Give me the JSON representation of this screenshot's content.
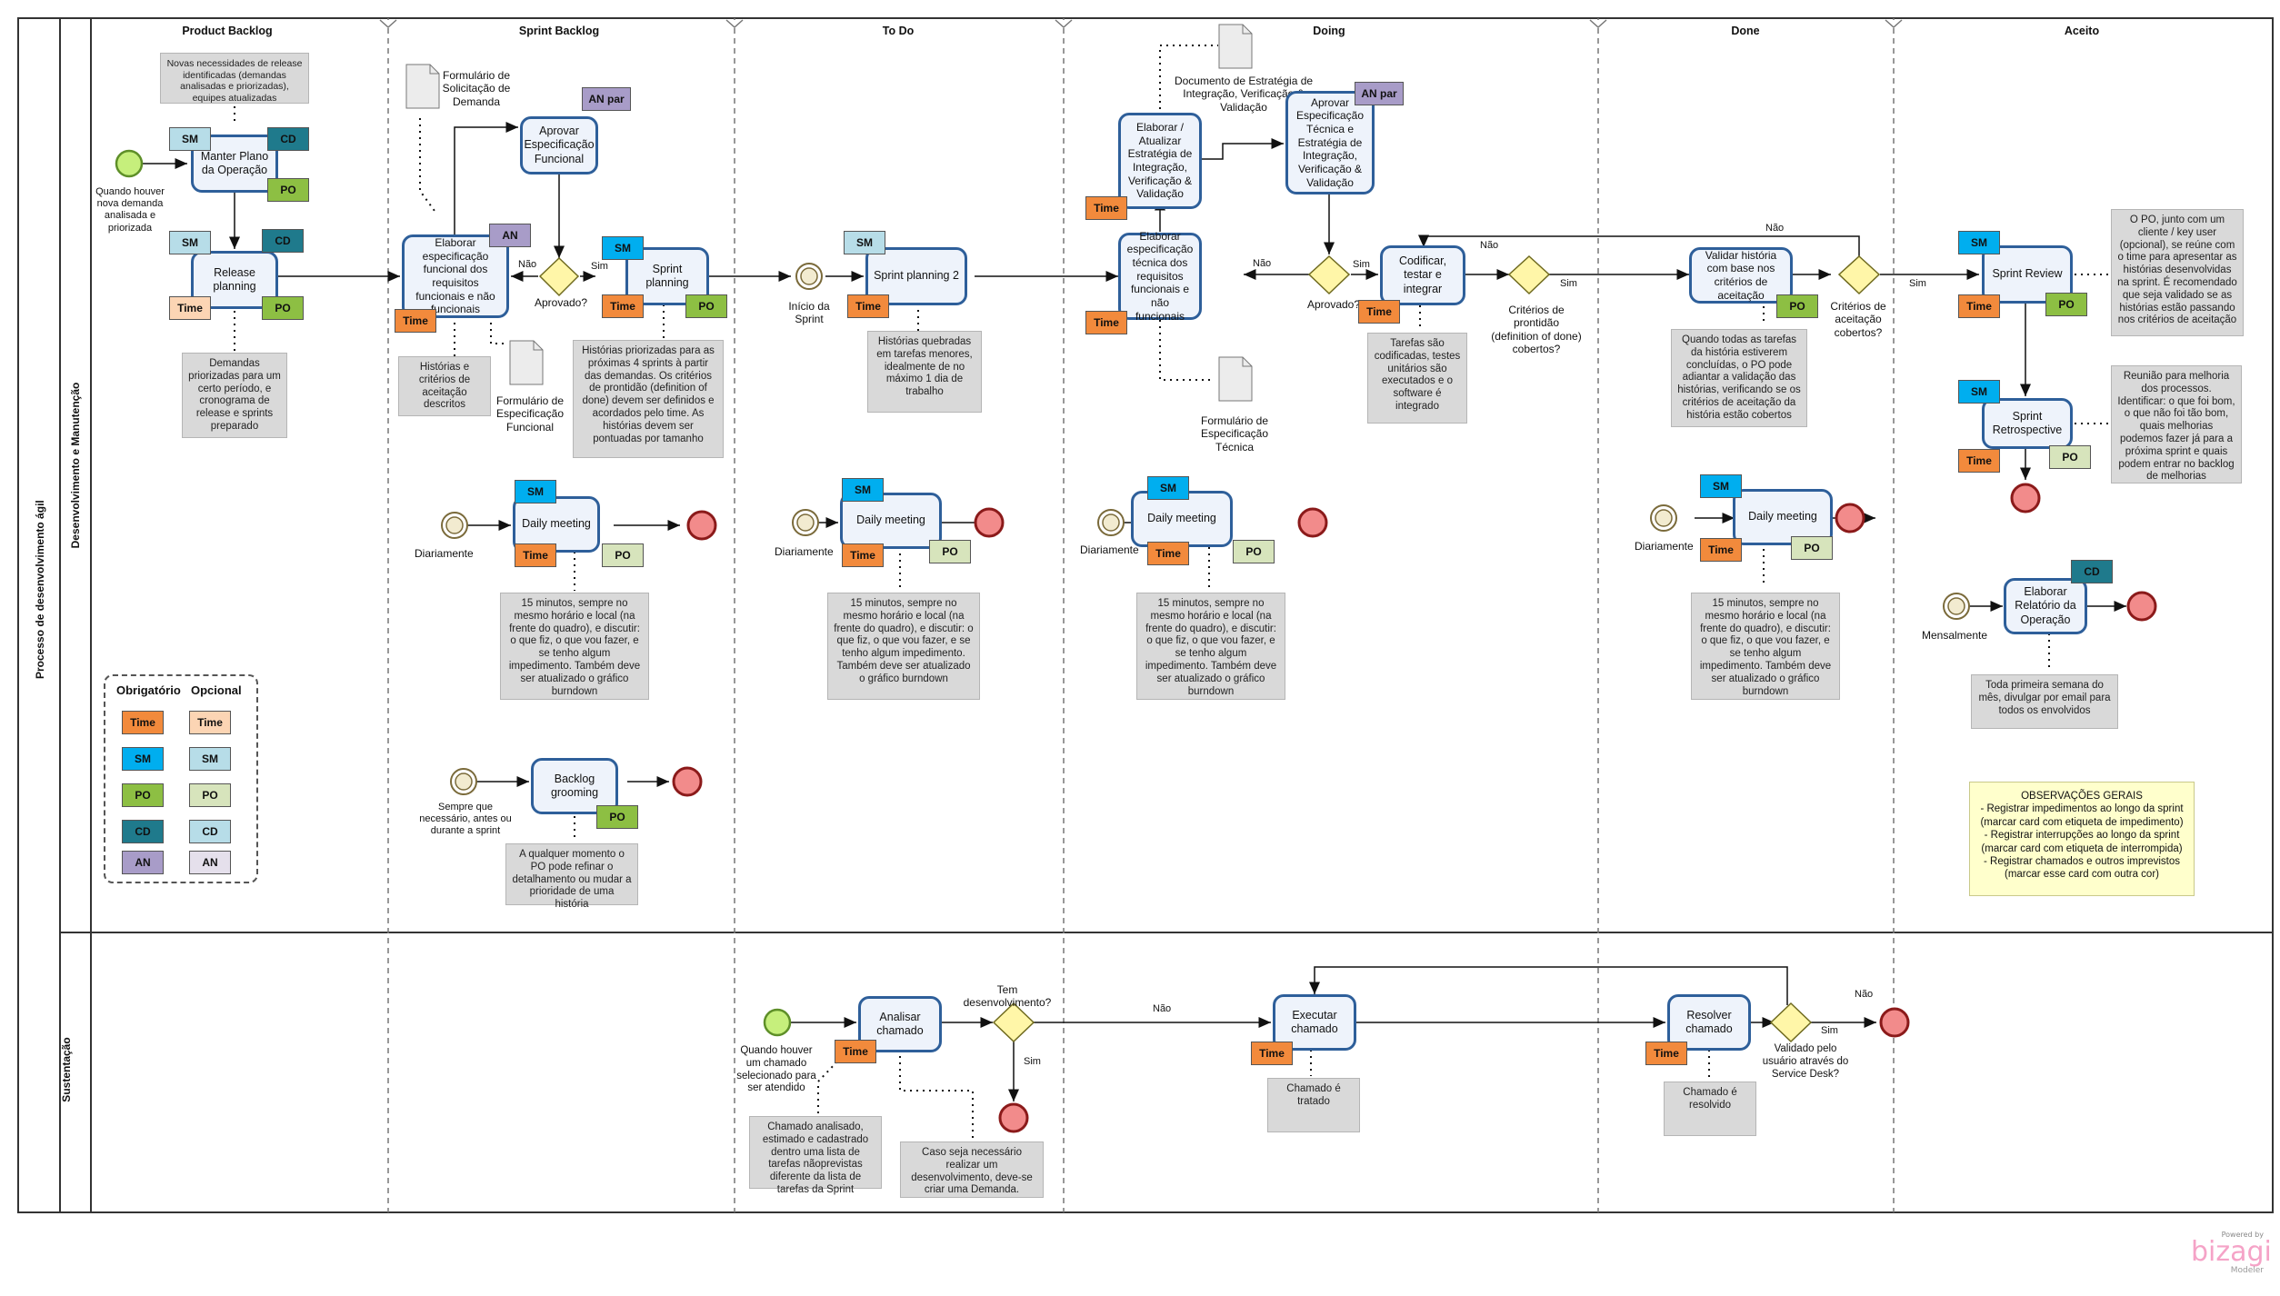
{
  "pool": {
    "title": "Processo de desenvolvimento ágil"
  },
  "lanes": [
    "Desenvolvimento e Manutenção",
    "Sustentação"
  ],
  "phases": [
    "Product Backlog",
    "Sprint Backlog",
    "To Do",
    "Doing",
    "Done",
    "Aceito"
  ],
  "tasks": {
    "manter_plano": "Manter Plano da Operação",
    "release_planning": "Release planning",
    "elaborar_espec": "Elaborar especificação funcional dos requisitos funcionais e não funcionais",
    "aprovar_espec": "Aprovar Especificação Funcional",
    "sprint_planning": "Sprint planning",
    "sprint_planning2": "Sprint planning 2",
    "elaborar_estrategia": "Elaborar / Atualizar Estratégia de Integração, Verificação & Validação",
    "aprovar_espec_tecnica": "Aprovar Especificação Técnica e Estratégia de Integração, Verificação & Validação",
    "elaborar_espec_tecnica": "Elaborar especificação técnica dos requisitos funcionais e não funcionais",
    "codificar": "Codificar, testar e integrar",
    "validar_historia": "Validar história com base nos critérios de aceitação",
    "sprint_review": "Sprint Review",
    "sprint_retro": "Sprint Retrospective",
    "elaborar_relatorio": "Elaborar Relatório da Operação",
    "daily": "Daily meeting",
    "backlog_grooming": "Backlog grooming",
    "analisar_chamado": "Analisar chamado",
    "executar_chamado": "Executar chamado",
    "resolver_chamado": "Resolver chamado"
  },
  "gateways": {
    "aprovado": "Aprovado?",
    "aprovado2": "Aprovado?",
    "criterios_pront": "Critérios de prontidão (definition of done) cobertos?",
    "criterios_aceit": "Critérios de aceitação cobertos?",
    "tem_desenv": "Tem desenvolvimento?",
    "validado": "Validado pelo usuário através do Service Desk?"
  },
  "flow": {
    "nao": "Não",
    "sim": "Sim"
  },
  "events": {
    "quando_houver": "Quando houver nova demanda analisada e priorizada",
    "inicio_sprint": "Início da Sprint",
    "diariamente": "Diariamente",
    "sempre_que": "Sempre que necessário, antes ou durante a sprint",
    "mensalmente": "Mensalmente",
    "quando_chamado": "Quando houver um chamado selecionado para ser atendido"
  },
  "docs": {
    "form_solicitacao": "Formulário de Solicitação de Demanda",
    "form_espec_funcional": "Formulário de Especificação Funcional",
    "doc_estrategia": "Documento de Estratégia de Integração, Verificação & Validação",
    "form_espec_tecnica": "Formulário de Especificação Técnica"
  },
  "annotations": {
    "novas_necessidades": "Novas necessidades de release identificadas (demandas analisadas e priorizadas), equipes atualizadas",
    "demandas_priorizadas": "Demandas priorizadas para um certo período, e cronograma de release e sprints preparado",
    "historias_criterios": "Histórias e critérios de aceitação descritos",
    "historias_priorizadas": "Histórias priorizadas para as próximas 4 sprints à partir das demandas. Os critérios de prontidão (definition of done) devem ser definidos e acordados pelo time. As histórias devem ser pontuadas por tamanho",
    "historias_quebradas": "Histórias quebradas em tarefas menores, idealmente de no máximo 1 dia de trabalho",
    "tarefas_codificadas": "Tarefas são codificadas, testes unitários são executados e o software é integrado",
    "quando_todas": "Quando todas as tarefas da história estiverem concluídas, o PO pode adiantar a validação das histórias, verificando se os critérios de aceitação da história estão cobertos",
    "po_junto": "O PO, junto com um cliente / key user (opcional), se reúne com o time para apresentar as histórias desenvolvidas na sprint. É recomendado que seja validado se as histórias estão passando nos critérios de aceitação",
    "reuniao_melhoria": "Reunião para melhoria dos processos. Identificar: o que foi bom, o que não foi tão bom, quais melhorias podemos fazer já para a próxima sprint e quais podem entrar no backlog de melhorias",
    "daily_note": "15 minutos, sempre no mesmo horário e local (na frente do quadro), e discutir: o que fiz, o que vou fazer, e se tenho algum impedimento. Também deve ser atualizado o gráfico burndown",
    "a_qualquer": "A qualquer momento o PO pode refinar o detalhamento ou mudar a prioridade de uma história",
    "toda_primeira": "Toda primeira semana do mês, divulgar por email para todos os envolvidos",
    "chamado_analisado": "Chamado analisado, estimado e cadastrado dentro uma lista de tarefas nãoprevistas diferente da lista de tarefas da Sprint",
    "caso_seja": "Caso seja necessário realizar um desenvolvimento, deve-se criar uma Demanda.",
    "chamado_tratado": "Chamado é tratado",
    "chamado_resolvido": "Chamado é resolvido"
  },
  "cards": {
    "time": "Time",
    "sm": "SM",
    "po": "PO",
    "cd": "CD",
    "an": "AN",
    "an_par": "AN par"
  },
  "legend": {
    "obrigatorio": "Obrigatório",
    "opcional": "Opcional"
  },
  "obs": {
    "title": "OBSERVAÇÕES GERAIS",
    "lines": [
      "- Registrar impedimentos ao longo da sprint (marcar card com etiqueta de impedimento)",
      "- Registrar interrupções ao longo da sprint (marcar card com etiqueta de interrompida)",
      "- Registrar chamados e outros imprevistos (marcar esse card com outra cor)"
    ]
  },
  "logo": {
    "powered": "Powered by",
    "brand": "bizagi",
    "sub": "Modeler"
  },
  "colors": {
    "task_border": "#2e5f9a",
    "task_fill": "#eef3fb",
    "gateway": "#fff6a8",
    "start": "#c6ef7c",
    "end": "#f28b8b"
  }
}
